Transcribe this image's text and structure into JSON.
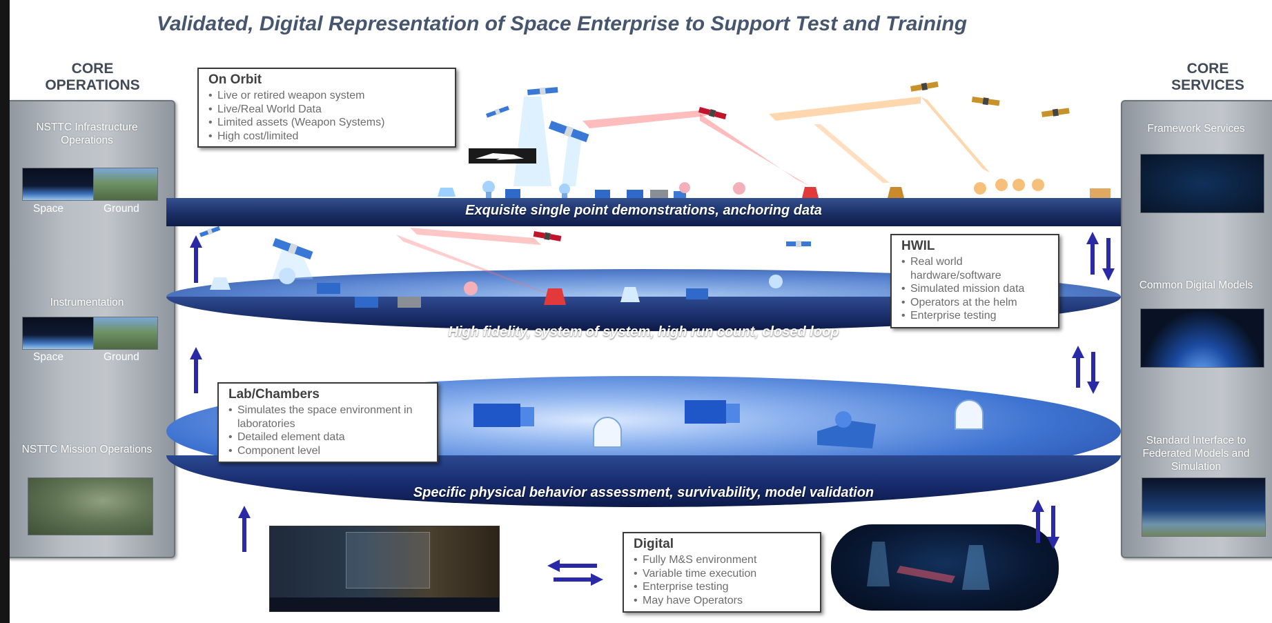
{
  "title": "Validated, Digital Representation of Space Enterprise to Support Test and Training",
  "left": {
    "heading_line1": "CORE",
    "heading_line2": "OPERATIONS",
    "items": [
      {
        "label": "NSTTC Infrastructure Operations",
        "cap_left": "Space",
        "cap_right": "Ground"
      },
      {
        "label": "Instrumentation",
        "cap_left": "Space",
        "cap_right": "Ground"
      },
      {
        "label": "NSTTC Mission Operations"
      }
    ]
  },
  "right": {
    "heading_line1": "CORE",
    "heading_line2": "SERVICES",
    "items": [
      {
        "label": "Framework Services"
      },
      {
        "label": "Common Digital Models"
      },
      {
        "label": "Standard Interface to Federated Models and Simulation"
      }
    ]
  },
  "bands": {
    "top": "Exquisite single point demonstrations, anchoring data",
    "middle": "High fidelity, system of system, high run count, closed loop",
    "bottom": "Specific physical behavior assessment, survivability, model validation"
  },
  "boxes": {
    "on_orbit": {
      "title": "On Orbit",
      "items": [
        "Live or retired weapon system",
        "Live/Real World Data",
        "Limited assets (Weapon Systems)",
        "High cost/limited"
      ]
    },
    "hwil": {
      "title": "HWIL",
      "items": [
        "Real world hardware/software",
        "Simulated mission data",
        "Operators at the helm",
        "Enterprise testing"
      ]
    },
    "lab": {
      "title": "Lab/Chambers",
      "items": [
        "Simulates the space environment in laboratories",
        "Detailed element data",
        "Component level"
      ]
    },
    "digital": {
      "title": "Digital",
      "items": [
        "Fully M&S environment",
        "Variable time execution",
        "Enterprise testing",
        "May have Operators"
      ]
    }
  },
  "colors": {
    "arrow": "#2a2aa6",
    "band_text": "#ffffff",
    "disk_dark": "#0f1f5a",
    "title": "#46566e"
  }
}
